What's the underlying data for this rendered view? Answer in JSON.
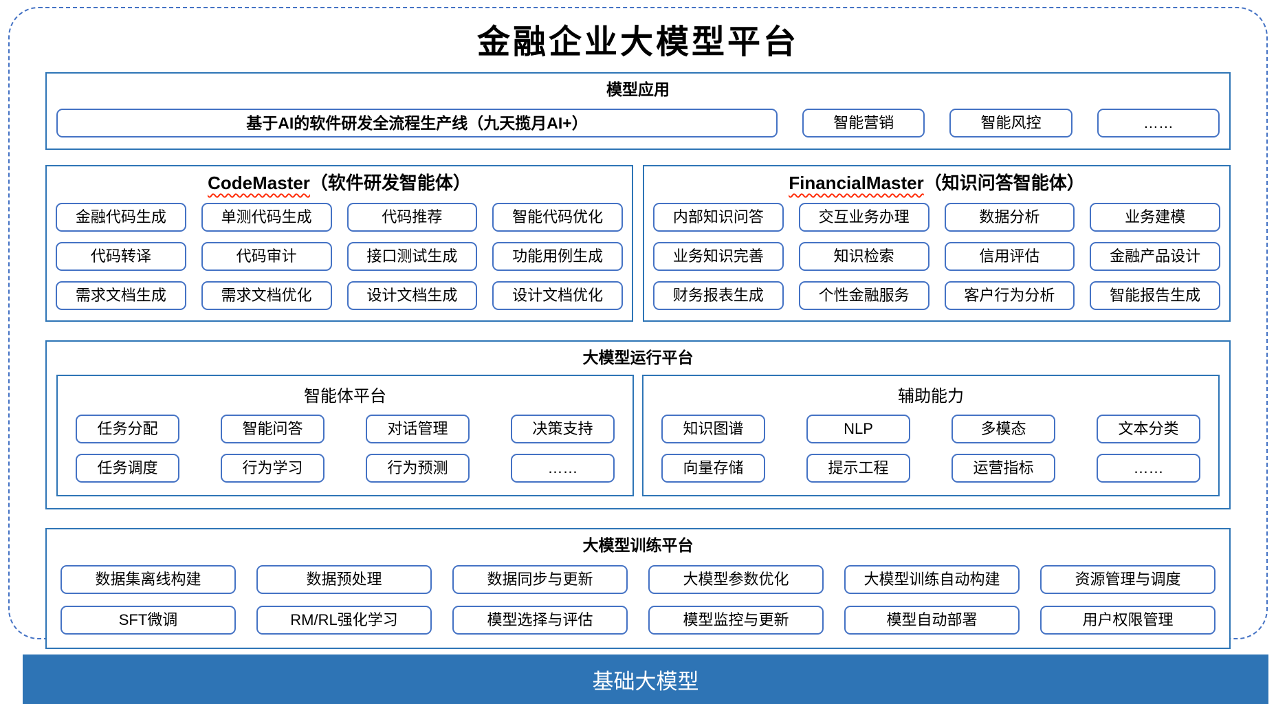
{
  "title": "金融企业大模型平台",
  "colors": {
    "frame_border": "#4472C4",
    "section_border": "#2E75B6",
    "pill_border": "#4472C4",
    "base_bar_bg": "#2E74B5",
    "squiggle_red": "#FF2B06"
  },
  "model_apps": {
    "header": "模型应用",
    "main_item": "基于AI的软件研发全流程生产线（九天揽月AI+）",
    "items": [
      "智能营销",
      "智能风控",
      "……"
    ]
  },
  "agents": [
    {
      "name_en": "CodeMaster",
      "name_cn": "（软件研发智能体）",
      "items": [
        "金融代码生成",
        "单测代码生成",
        "代码推荐",
        "智能代码优化",
        "代码转译",
        "代码审计",
        "接口测试生成",
        "功能用例生成",
        "需求文档生成",
        "需求文档优化",
        "设计文档生成",
        "设计文档优化"
      ]
    },
    {
      "name_en": "FinancialMaster",
      "name_cn": "（知识问答智能体）",
      "items": [
        "内部知识问答",
        "交互业务办理",
        "数据分析",
        "业务建模",
        "业务知识完善",
        "知识检索",
        "信用评估",
        "金融产品设计",
        "财务报表生成",
        "个性金融服务",
        "客户行为分析",
        "智能报告生成"
      ]
    }
  ],
  "runtime_platform": {
    "header": "大模型运行平台",
    "groups": [
      {
        "name": "智能体平台",
        "items": [
          "任务分配",
          "智能问答",
          "对话管理",
          "决策支持",
          "任务调度",
          "行为学习",
          "行为预测",
          "……"
        ]
      },
      {
        "name": "辅助能力",
        "items": [
          "知识图谱",
          "NLP",
          "多模态",
          "文本分类",
          "向量存储",
          "提示工程",
          "运营指标",
          "……"
        ]
      }
    ]
  },
  "training_platform": {
    "header": "大模型训练平台",
    "items": [
      "数据集离线构建",
      "数据预处理",
      "数据同步与更新",
      "大模型参数优化",
      "大模型训练自动构建",
      "资源管理与调度",
      "SFT微调",
      "RM/RL强化学习",
      "模型选择与评估",
      "模型监控与更新",
      "模型自动部署",
      "用户权限管理"
    ]
  },
  "base_bar": {
    "label": "基础大模型"
  }
}
